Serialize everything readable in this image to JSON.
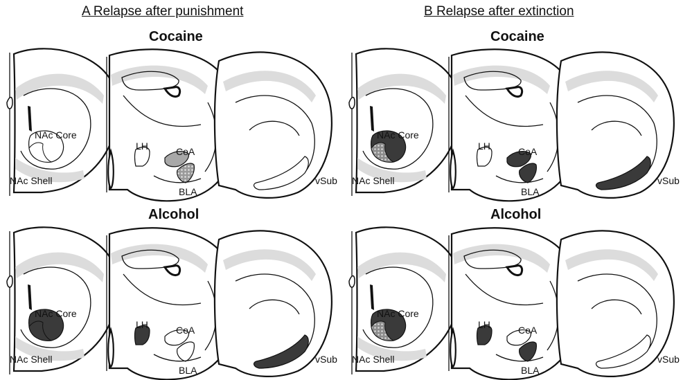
{
  "panels": [
    {
      "heading": "A  Relapse after punishment",
      "rows": [
        {
          "drug": "Cocaine",
          "regions": {
            "NAc Core": "none",
            "NAc Shell": "none",
            "LH": "none",
            "CeA": "light",
            "BLA": "dotted",
            "vSub": "none"
          }
        },
        {
          "drug": "Alcohol",
          "regions": {
            "NAc Core": "dark",
            "NAc Shell": "dark",
            "LH": "dark",
            "CeA": "none",
            "BLA": "none",
            "vSub": "dark"
          }
        }
      ]
    },
    {
      "heading": "B  Relapse after extinction",
      "rows": [
        {
          "drug": "Cocaine",
          "regions": {
            "NAc Core": "dark",
            "NAc Shell": "dotted",
            "LH": "none",
            "CeA": "dark",
            "BLA": "dark",
            "vSub": "dark"
          }
        },
        {
          "drug": "Alcohol",
          "regions": {
            "NAc Core": "dark",
            "NAc Shell": "dotted",
            "LH": "dark",
            "CeA": "none",
            "BLA": "dark",
            "vSub": "none"
          }
        }
      ]
    }
  ],
  "labels": {
    "nac_core": "NAc Core",
    "nac_shell": "NAc Shell",
    "lh": "LH",
    "cea": "CeA",
    "bla": "BLA",
    "vsub": "vSub"
  },
  "colors": {
    "dark": "#3a3a3a",
    "light": "#a8a8a8",
    "none": "#ffffff",
    "dotted_bg": "#8c8c8c",
    "dotted_dot": "#d8d8d8"
  }
}
